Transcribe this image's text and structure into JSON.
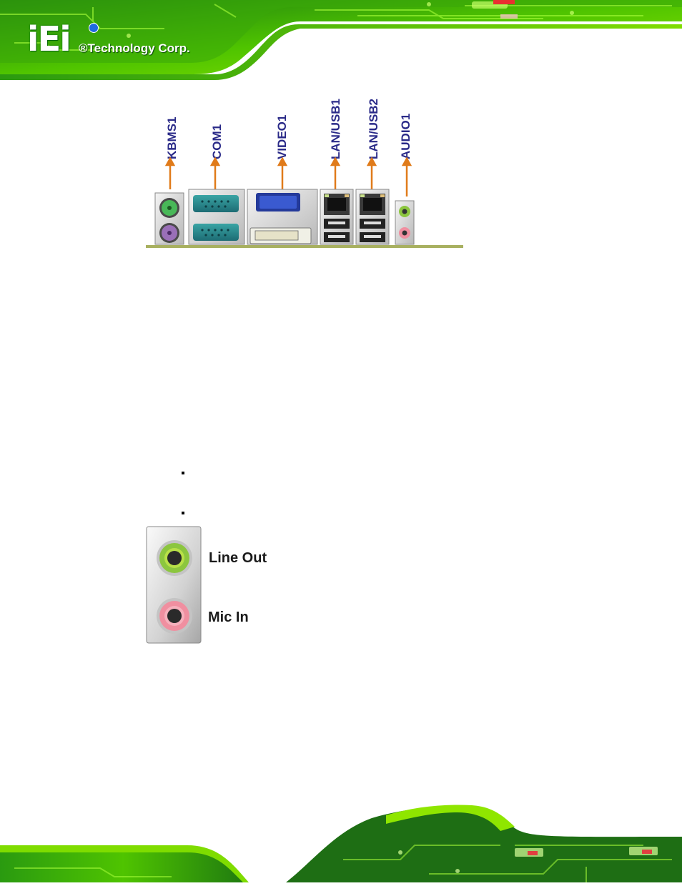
{
  "header": {
    "logo_mark": "iEi",
    "logo_text": "®Technology Corp."
  },
  "rear_panel": {
    "labels": [
      "KBMS1",
      "COM1",
      "VIDEO1",
      "LAN/USB1",
      "LAN/USB2",
      "AUDIO1"
    ],
    "arrow_color": "#e07b1a",
    "label_color": "#2a2a88"
  },
  "audio_connector": {
    "line_out_label": "Line Out",
    "mic_in_label": "Mic In",
    "line_out_color": "#8cc63f",
    "mic_in_color": "#f08fa0"
  },
  "colors": {
    "pcb_green": "#5fd400",
    "pcb_dark": "#0e5a0e"
  }
}
